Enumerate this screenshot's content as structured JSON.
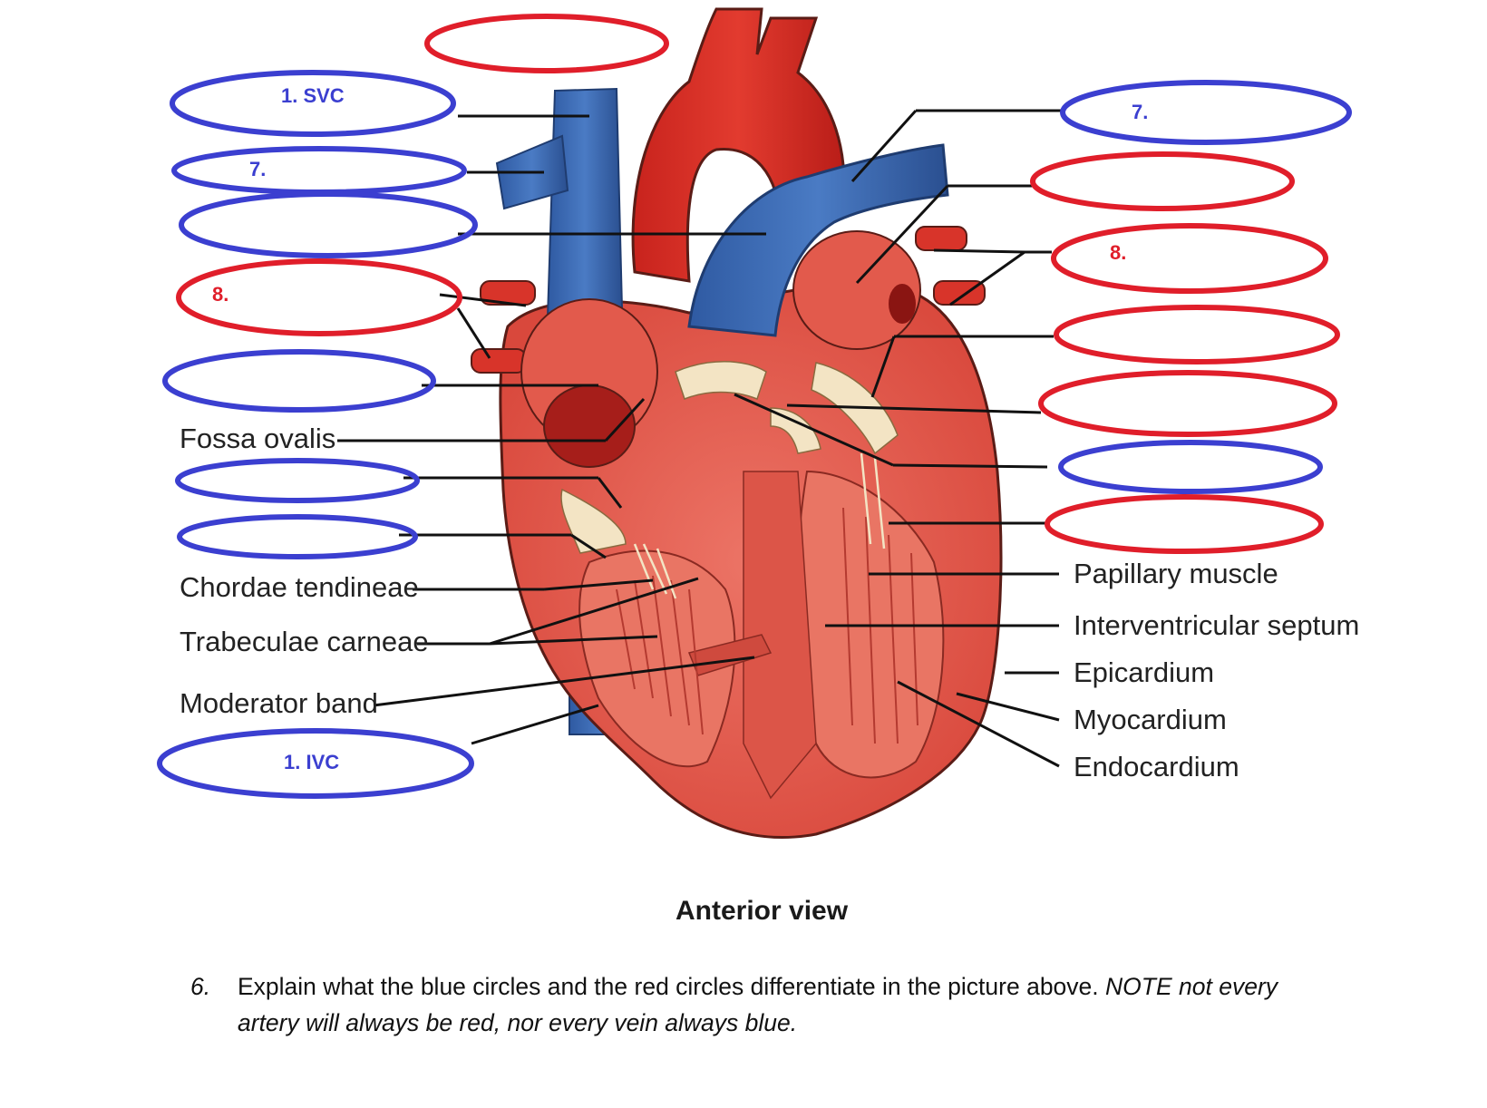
{
  "labels": {
    "fossa_ovalis": "Fossa ovalis",
    "chordae_tendineae": "Chordae tendineae",
    "trabeculae_carneae": "Trabeculae carneae",
    "moderator_band": "Moderator band",
    "papillary_muscle": "Papillary muscle",
    "interventricular_septum": "Interventricular septum",
    "epicardium": "Epicardium",
    "myocardium": "Myocardium",
    "endocardium": "Endocardium",
    "anterior_view": "Anterior view"
  },
  "ovals": {
    "left_1": "1. SVC",
    "left_2": "7.",
    "left_4": "8.",
    "left_9": "1. IVC",
    "right_1": "7.",
    "right_3": "8."
  },
  "colors": {
    "blue_oval": "#3b3fd0",
    "red_oval": "#e01e2a",
    "vein_blue": "#3e6db5",
    "artery_red": "#d8342a",
    "muscle": "#e8685a",
    "valve": "#f3e4c4"
  },
  "question": {
    "number": "6.",
    "text": "Explain what the blue circles and the red circles differentiate in the picture above.",
    "note_first": "NOTE",
    "note_rest": "not every artery will always be red, nor every vein always blue."
  }
}
